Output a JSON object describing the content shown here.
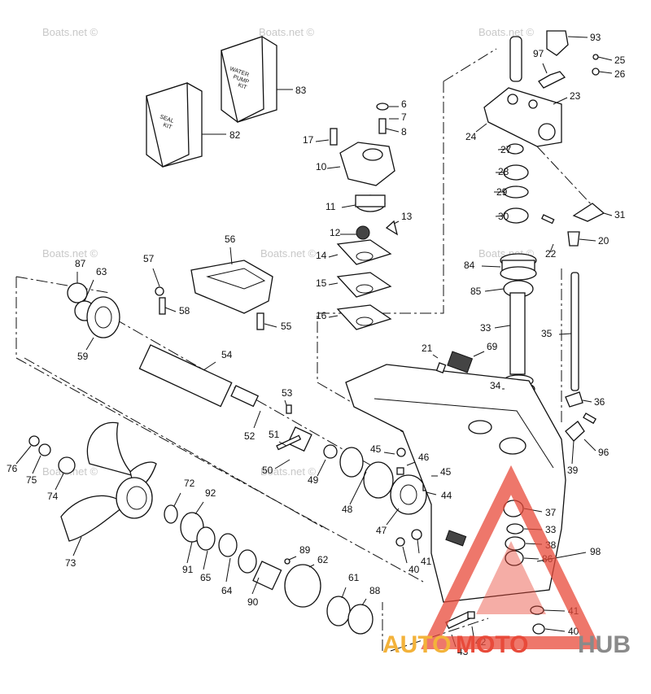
{
  "watermark_text": "Boats.net ©",
  "kits": [
    {
      "text": [
        "SEAL",
        "KIT"
      ],
      "callout": "82"
    },
    {
      "text": [
        "WATER",
        "PUMP",
        "KIT"
      ],
      "callout": "83"
    }
  ],
  "logo": {
    "part1": "AUTO",
    "part2": "MOTO",
    "part3": "HUB",
    "accent": "#e84a3a",
    "orange": "#f3b23a",
    "grey": "#8a8a8a"
  },
  "callouts": [
    "93",
    "97",
    "25",
    "26",
    "23",
    "24",
    "27",
    "28",
    "29",
    "30",
    "31",
    "20",
    "22",
    "84",
    "85",
    "33",
    "35",
    "36",
    "96",
    "39",
    "34",
    "21",
    "69",
    "6",
    "7",
    "8",
    "17",
    "10",
    "11",
    "12",
    "13",
    "14",
    "15",
    "16",
    "56",
    "57",
    "58",
    "55",
    "87",
    "63",
    "59",
    "54",
    "53",
    "52",
    "51",
    "50",
    "49",
    "48",
    "45",
    "46",
    "45",
    "44",
    "47",
    "76",
    "75",
    "74",
    "73",
    "72",
    "92",
    "91",
    "65",
    "64",
    "90",
    "89",
    "62",
    "61",
    "88",
    "40",
    "41",
    "37",
    "33",
    "38",
    "86",
    "98",
    "41",
    "40",
    "42",
    "43"
  ]
}
